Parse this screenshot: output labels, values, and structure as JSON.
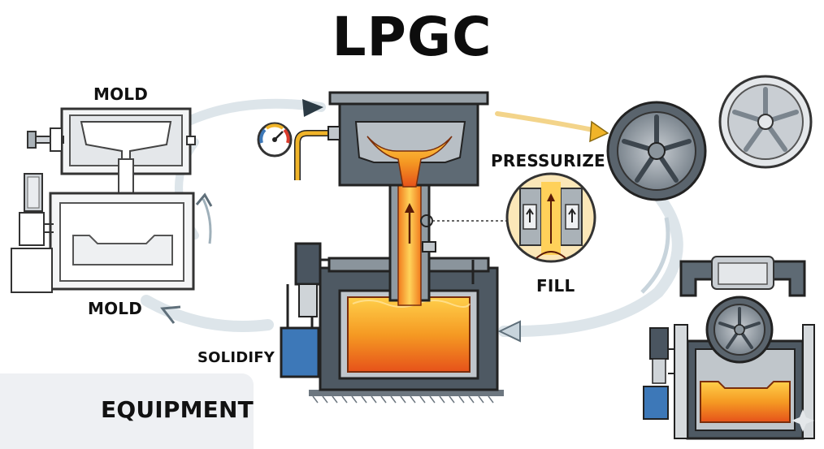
{
  "title": "LPGC",
  "labels": {
    "mold_top": "MOLD",
    "mold_bottom": "MOLD",
    "solidify": "SOLIDIFY",
    "pressurize": "PRESSURIZE",
    "fill": "FILL",
    "equipment": "EQUIPMENT"
  },
  "icons": [
    "toolbox-icon",
    "wrench-icon",
    "pressure-gauge-icon",
    "wheel-icon",
    "motor-pump-icon"
  ],
  "colors": {
    "molten_metal": "#f5a623",
    "molten_dark": "#e8561a",
    "steel_dark": "#4a5560",
    "steel_mid": "#8a949c",
    "steel_light": "#d6dadd",
    "flow_arrow": "#c8d4dc",
    "hydraulic_blue": "#3d78b8",
    "accent_yellow": "#f0b429"
  }
}
